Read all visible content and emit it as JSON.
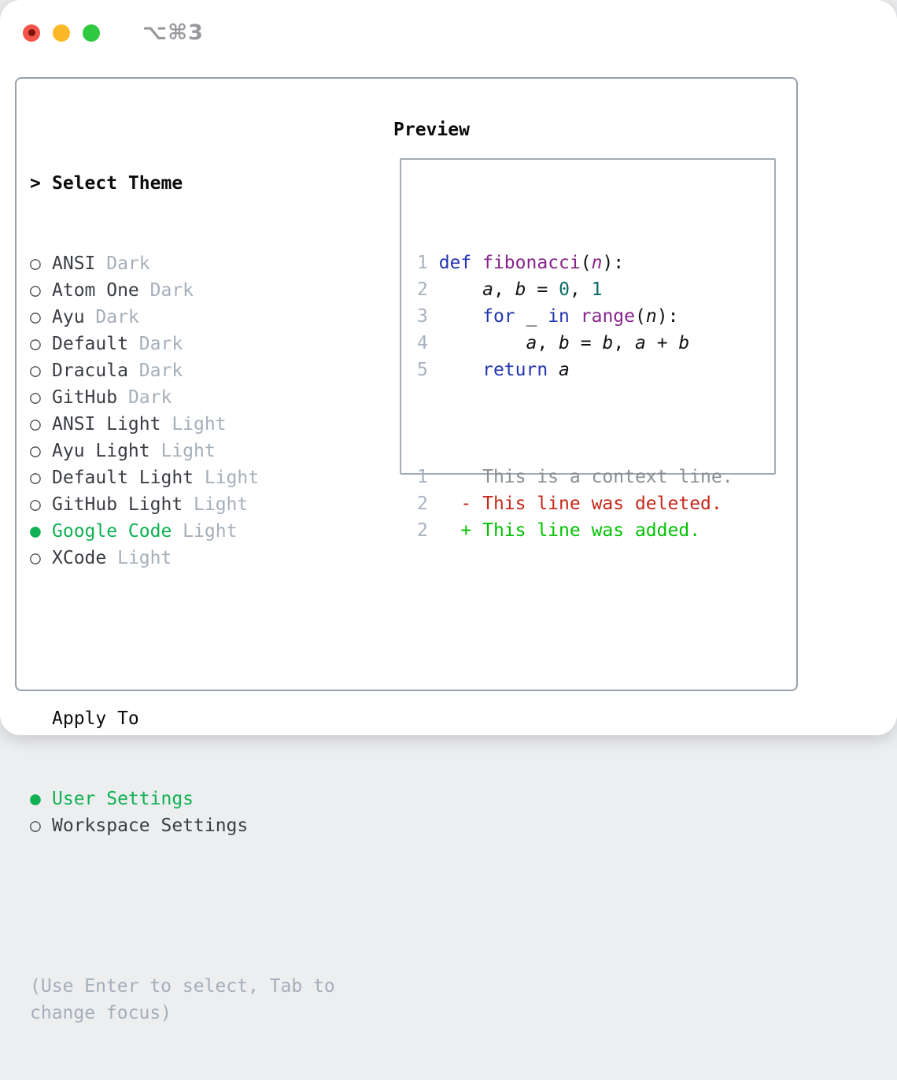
{
  "window": {
    "title": "⌥⌘3",
    "traffic_lights": [
      "close",
      "minimize",
      "zoom"
    ]
  },
  "colors": {
    "selected_green": "#0fb152",
    "diff_added_green": "#02c202",
    "diff_deleted_red": "#c6281a",
    "keyword_blue": "#2135b1",
    "function_purple": "#87258c",
    "number_teal": "#0a6b64",
    "muted_gray": "#a5afba",
    "panel_border": "#98a0aa"
  },
  "theme_list": {
    "cursor": ">",
    "header": "Select Theme",
    "radio_empty": "○",
    "radio_filled": "●",
    "items": [
      {
        "name": "ANSI",
        "variant": "Dark",
        "selected": false
      },
      {
        "name": "Atom One",
        "variant": "Dark",
        "selected": false
      },
      {
        "name": "Ayu",
        "variant": "Dark",
        "selected": false
      },
      {
        "name": "Default",
        "variant": "Dark",
        "selected": false
      },
      {
        "name": "Dracula",
        "variant": "Dark",
        "selected": false
      },
      {
        "name": "GitHub",
        "variant": "Dark",
        "selected": false
      },
      {
        "name": "ANSI Light",
        "variant": "Light",
        "selected": false
      },
      {
        "name": "Ayu Light",
        "variant": "Light",
        "selected": false
      },
      {
        "name": "Default Light",
        "variant": "Light",
        "selected": false
      },
      {
        "name": "GitHub Light",
        "variant": "Light",
        "selected": false
      },
      {
        "name": "Google Code",
        "variant": "Light",
        "selected": true
      },
      {
        "name": "XCode",
        "variant": "Light",
        "selected": false
      }
    ]
  },
  "apply_to": {
    "header": "Apply To",
    "options": [
      {
        "label": "User Settings",
        "selected": true
      },
      {
        "label": "Workspace Settings",
        "selected": false
      }
    ]
  },
  "help_text": "(Use Enter to select, Tab to change focus)",
  "preview": {
    "label": "Preview",
    "code_lines": [
      {
        "no": "1",
        "tokens": [
          {
            "c": "kw",
            "t": "def"
          },
          {
            "c": "pl",
            "t": " "
          },
          {
            "c": "fn",
            "t": "fibonacci"
          },
          {
            "c": "pl",
            "t": "("
          },
          {
            "c": "parm",
            "t": "n"
          },
          {
            "c": "pl",
            "t": "):"
          }
        ]
      },
      {
        "no": "2",
        "tokens": [
          {
            "c": "pl",
            "t": "    "
          },
          {
            "c": "var",
            "t": "a"
          },
          {
            "c": "pl",
            "t": ", "
          },
          {
            "c": "var",
            "t": "b"
          },
          {
            "c": "pl",
            "t": " = "
          },
          {
            "c": "num",
            "t": "0"
          },
          {
            "c": "pl",
            "t": ", "
          },
          {
            "c": "num",
            "t": "1"
          }
        ]
      },
      {
        "no": "3",
        "tokens": [
          {
            "c": "pl",
            "t": "    "
          },
          {
            "c": "kw",
            "t": "for"
          },
          {
            "c": "pl",
            "t": " _ "
          },
          {
            "c": "kw",
            "t": "in"
          },
          {
            "c": "pl",
            "t": " "
          },
          {
            "c": "fn",
            "t": "range"
          },
          {
            "c": "pl",
            "t": "("
          },
          {
            "c": "var",
            "t": "n"
          },
          {
            "c": "pl",
            "t": "):"
          }
        ]
      },
      {
        "no": "4",
        "tokens": [
          {
            "c": "pl",
            "t": "        "
          },
          {
            "c": "var",
            "t": "a"
          },
          {
            "c": "pl",
            "t": ", "
          },
          {
            "c": "var",
            "t": "b"
          },
          {
            "c": "pl",
            "t": " = "
          },
          {
            "c": "var",
            "t": "b"
          },
          {
            "c": "pl",
            "t": ", "
          },
          {
            "c": "var",
            "t": "a"
          },
          {
            "c": "pl",
            "t": " + "
          },
          {
            "c": "var",
            "t": "b"
          }
        ]
      },
      {
        "no": "5",
        "tokens": [
          {
            "c": "pl",
            "t": "    "
          },
          {
            "c": "kw",
            "t": "return"
          },
          {
            "c": "pl",
            "t": " "
          },
          {
            "c": "var",
            "t": "a"
          }
        ]
      }
    ],
    "diff_lines": [
      {
        "no": "1",
        "sign": " ",
        "text": "This is a context line.",
        "kind": "context"
      },
      {
        "no": "2",
        "sign": "-",
        "text": "This line was deleted.",
        "kind": "deleted"
      },
      {
        "no": "2",
        "sign": "+",
        "text": "This line was added.",
        "kind": "added"
      }
    ]
  }
}
